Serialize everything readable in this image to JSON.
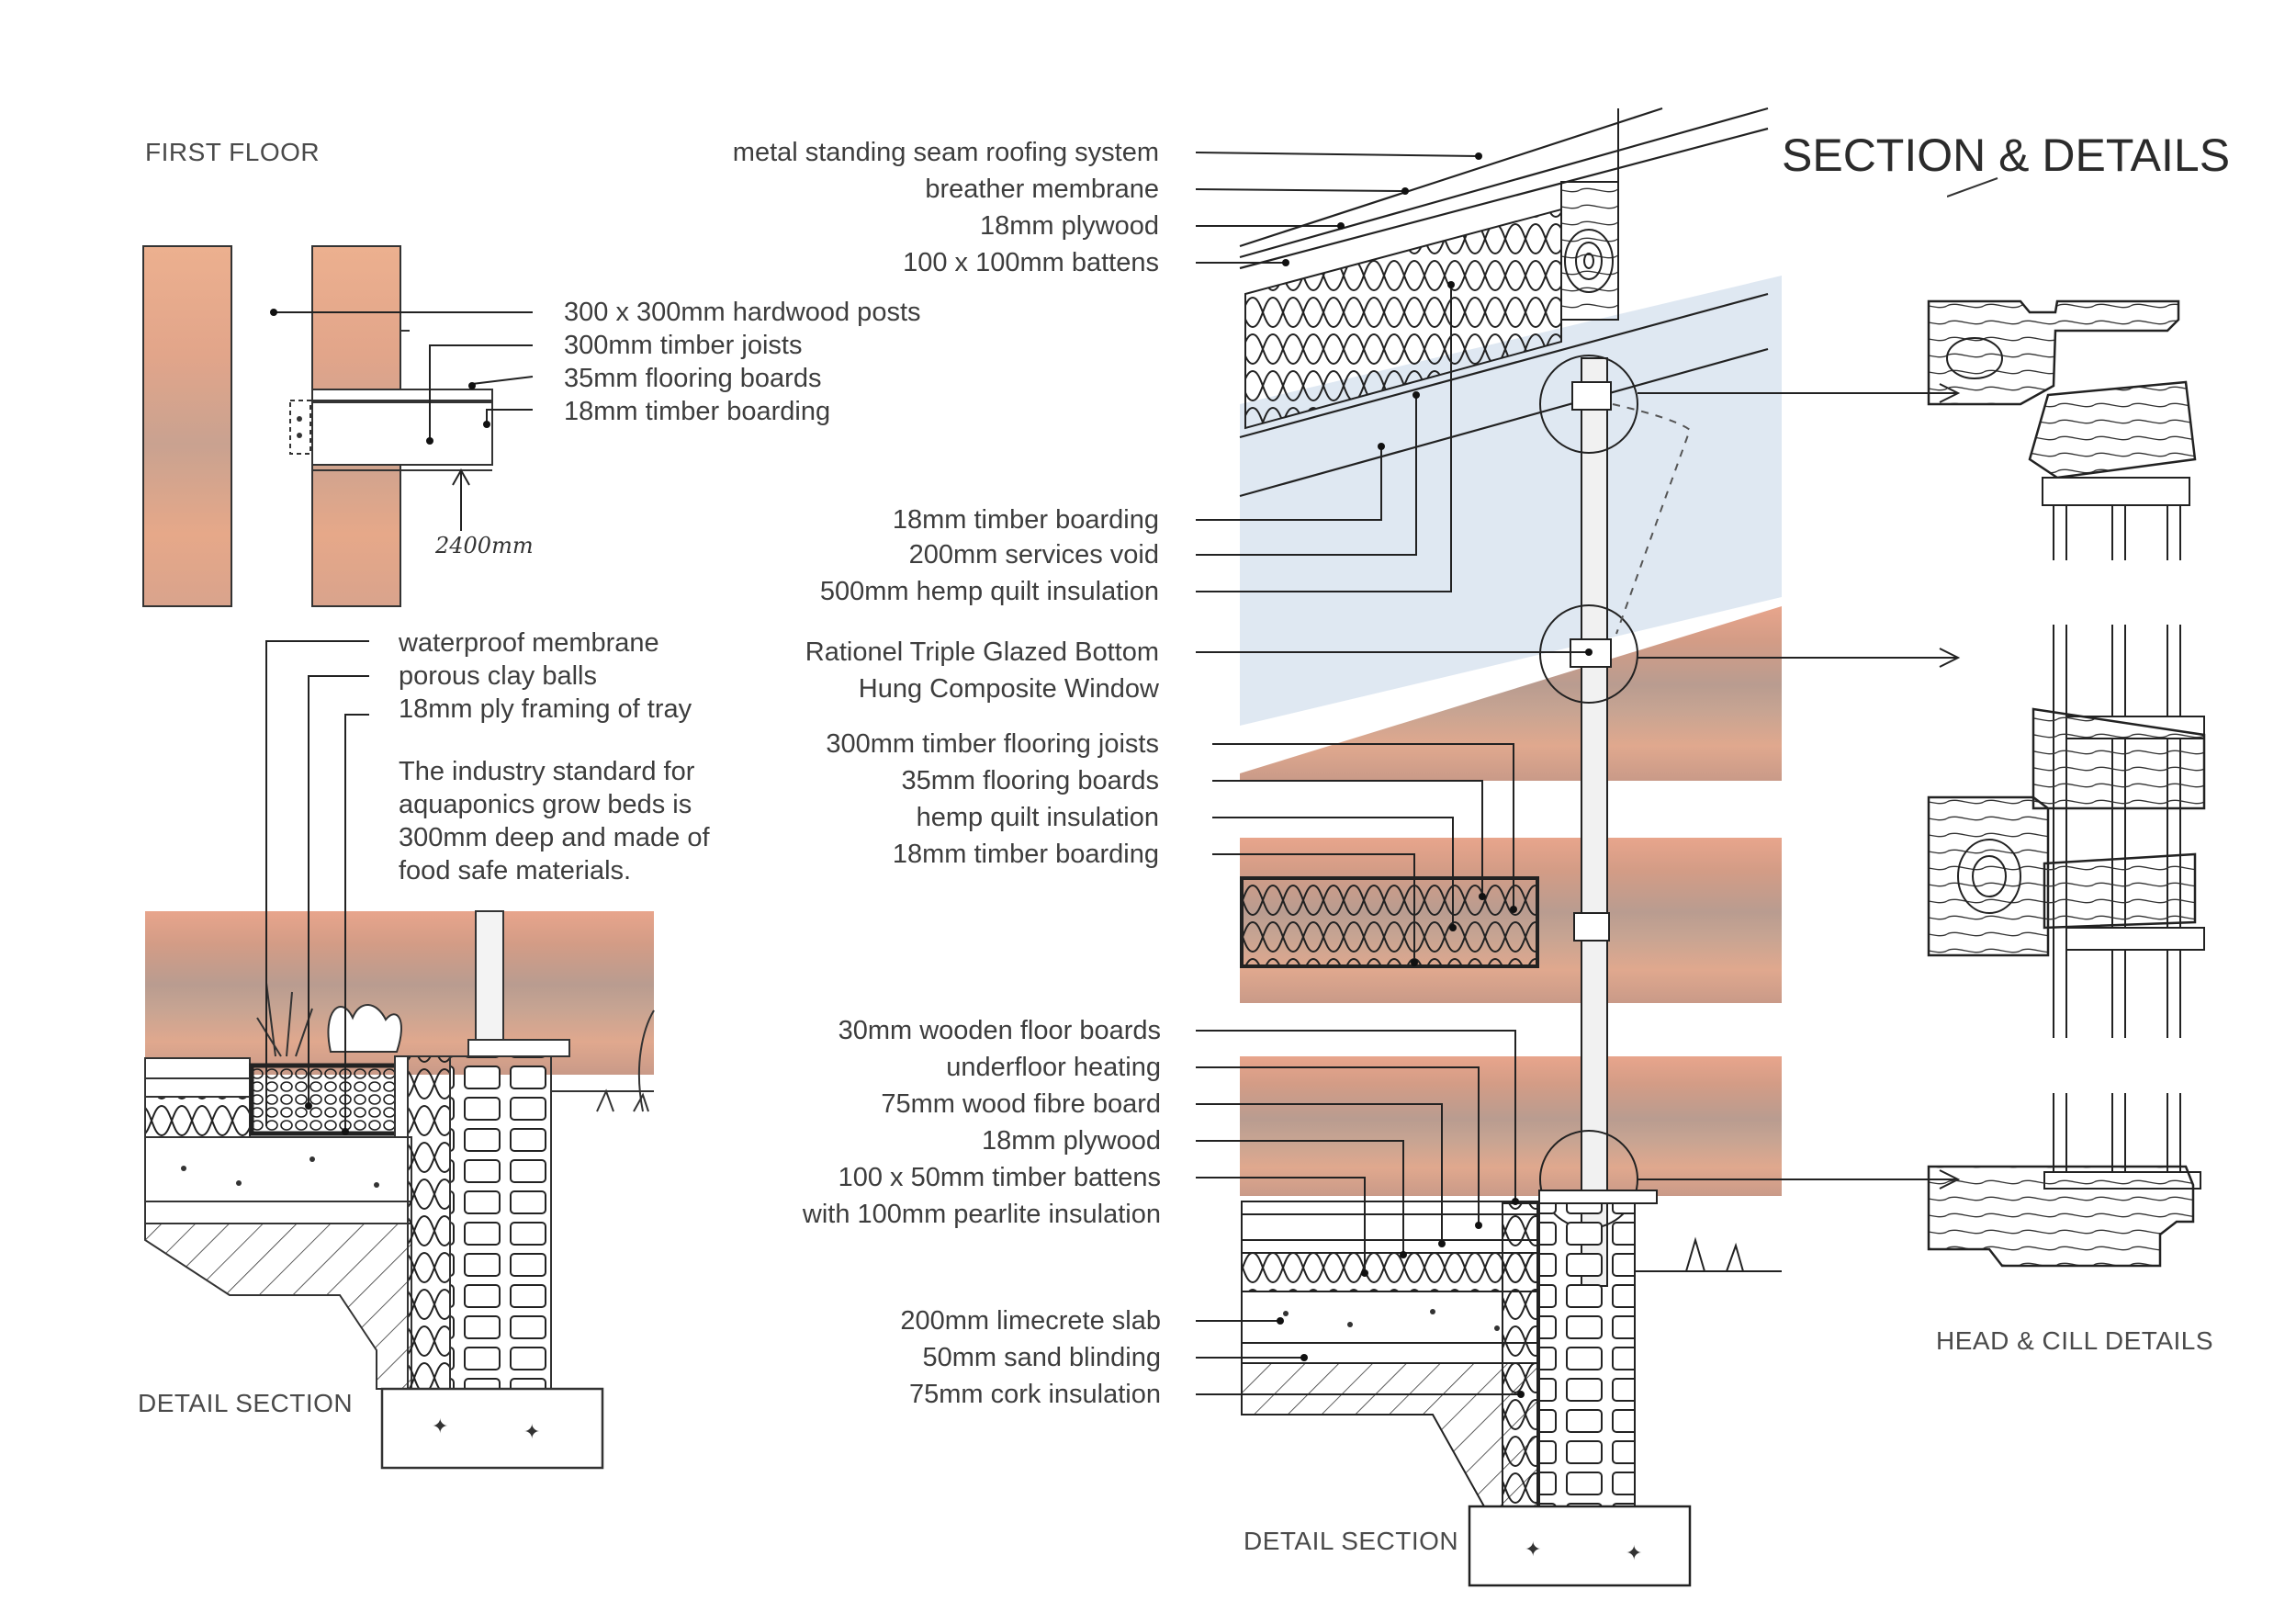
{
  "title": "SECTION & DETAILS",
  "first_floor": {
    "caption": "FIRST FLOOR",
    "labels": [
      "300 x 300mm hardwood posts",
      "300mm timber joists",
      "35mm flooring boards",
      "18mm timber boarding"
    ],
    "dimension": "2400mm"
  },
  "grow_bed": {
    "labels": [
      "waterproof membrane",
      "porous clay balls",
      "18mm ply framing of tray"
    ],
    "note_lines": [
      "The industry standard for",
      "aquaponics grow beds is",
      "300mm deep and made of",
      "food safe materials."
    ],
    "caption": "DETAIL SECTION"
  },
  "main_section": {
    "roof_labels": [
      "metal standing seam roofing system",
      "breather membrane",
      "18mm plywood",
      "100 x 100mm battens"
    ],
    "ceiling_labels": [
      "18mm timber boarding",
      "200mm services void",
      "500mm hemp quilt insulation"
    ],
    "window_labels": [
      "Rationel Triple Glazed Bottom",
      "Hung Composite Window"
    ],
    "floor_labels": [
      "300mm timber flooring joists",
      "35mm flooring boards",
      "hemp quilt insulation",
      "18mm timber boarding"
    ],
    "ground_labels": [
      "30mm wooden floor boards",
      "underfloor heating",
      "75mm wood fibre board",
      "18mm plywood",
      "100 x 50mm timber battens",
      "with 100mm pearlite insulation"
    ],
    "slab_labels": [
      "200mm limecrete slab",
      "50mm sand blinding",
      "75mm cork insulation"
    ],
    "caption": "DETAIL SECTION"
  },
  "head_cill": {
    "caption": "HEAD & CILL DETAILS"
  },
  "colors": {
    "timber": "#d9a07f",
    "glass": "#dfe8f2",
    "ink": "#1a1a1a",
    "text": "#3d3d3d"
  }
}
